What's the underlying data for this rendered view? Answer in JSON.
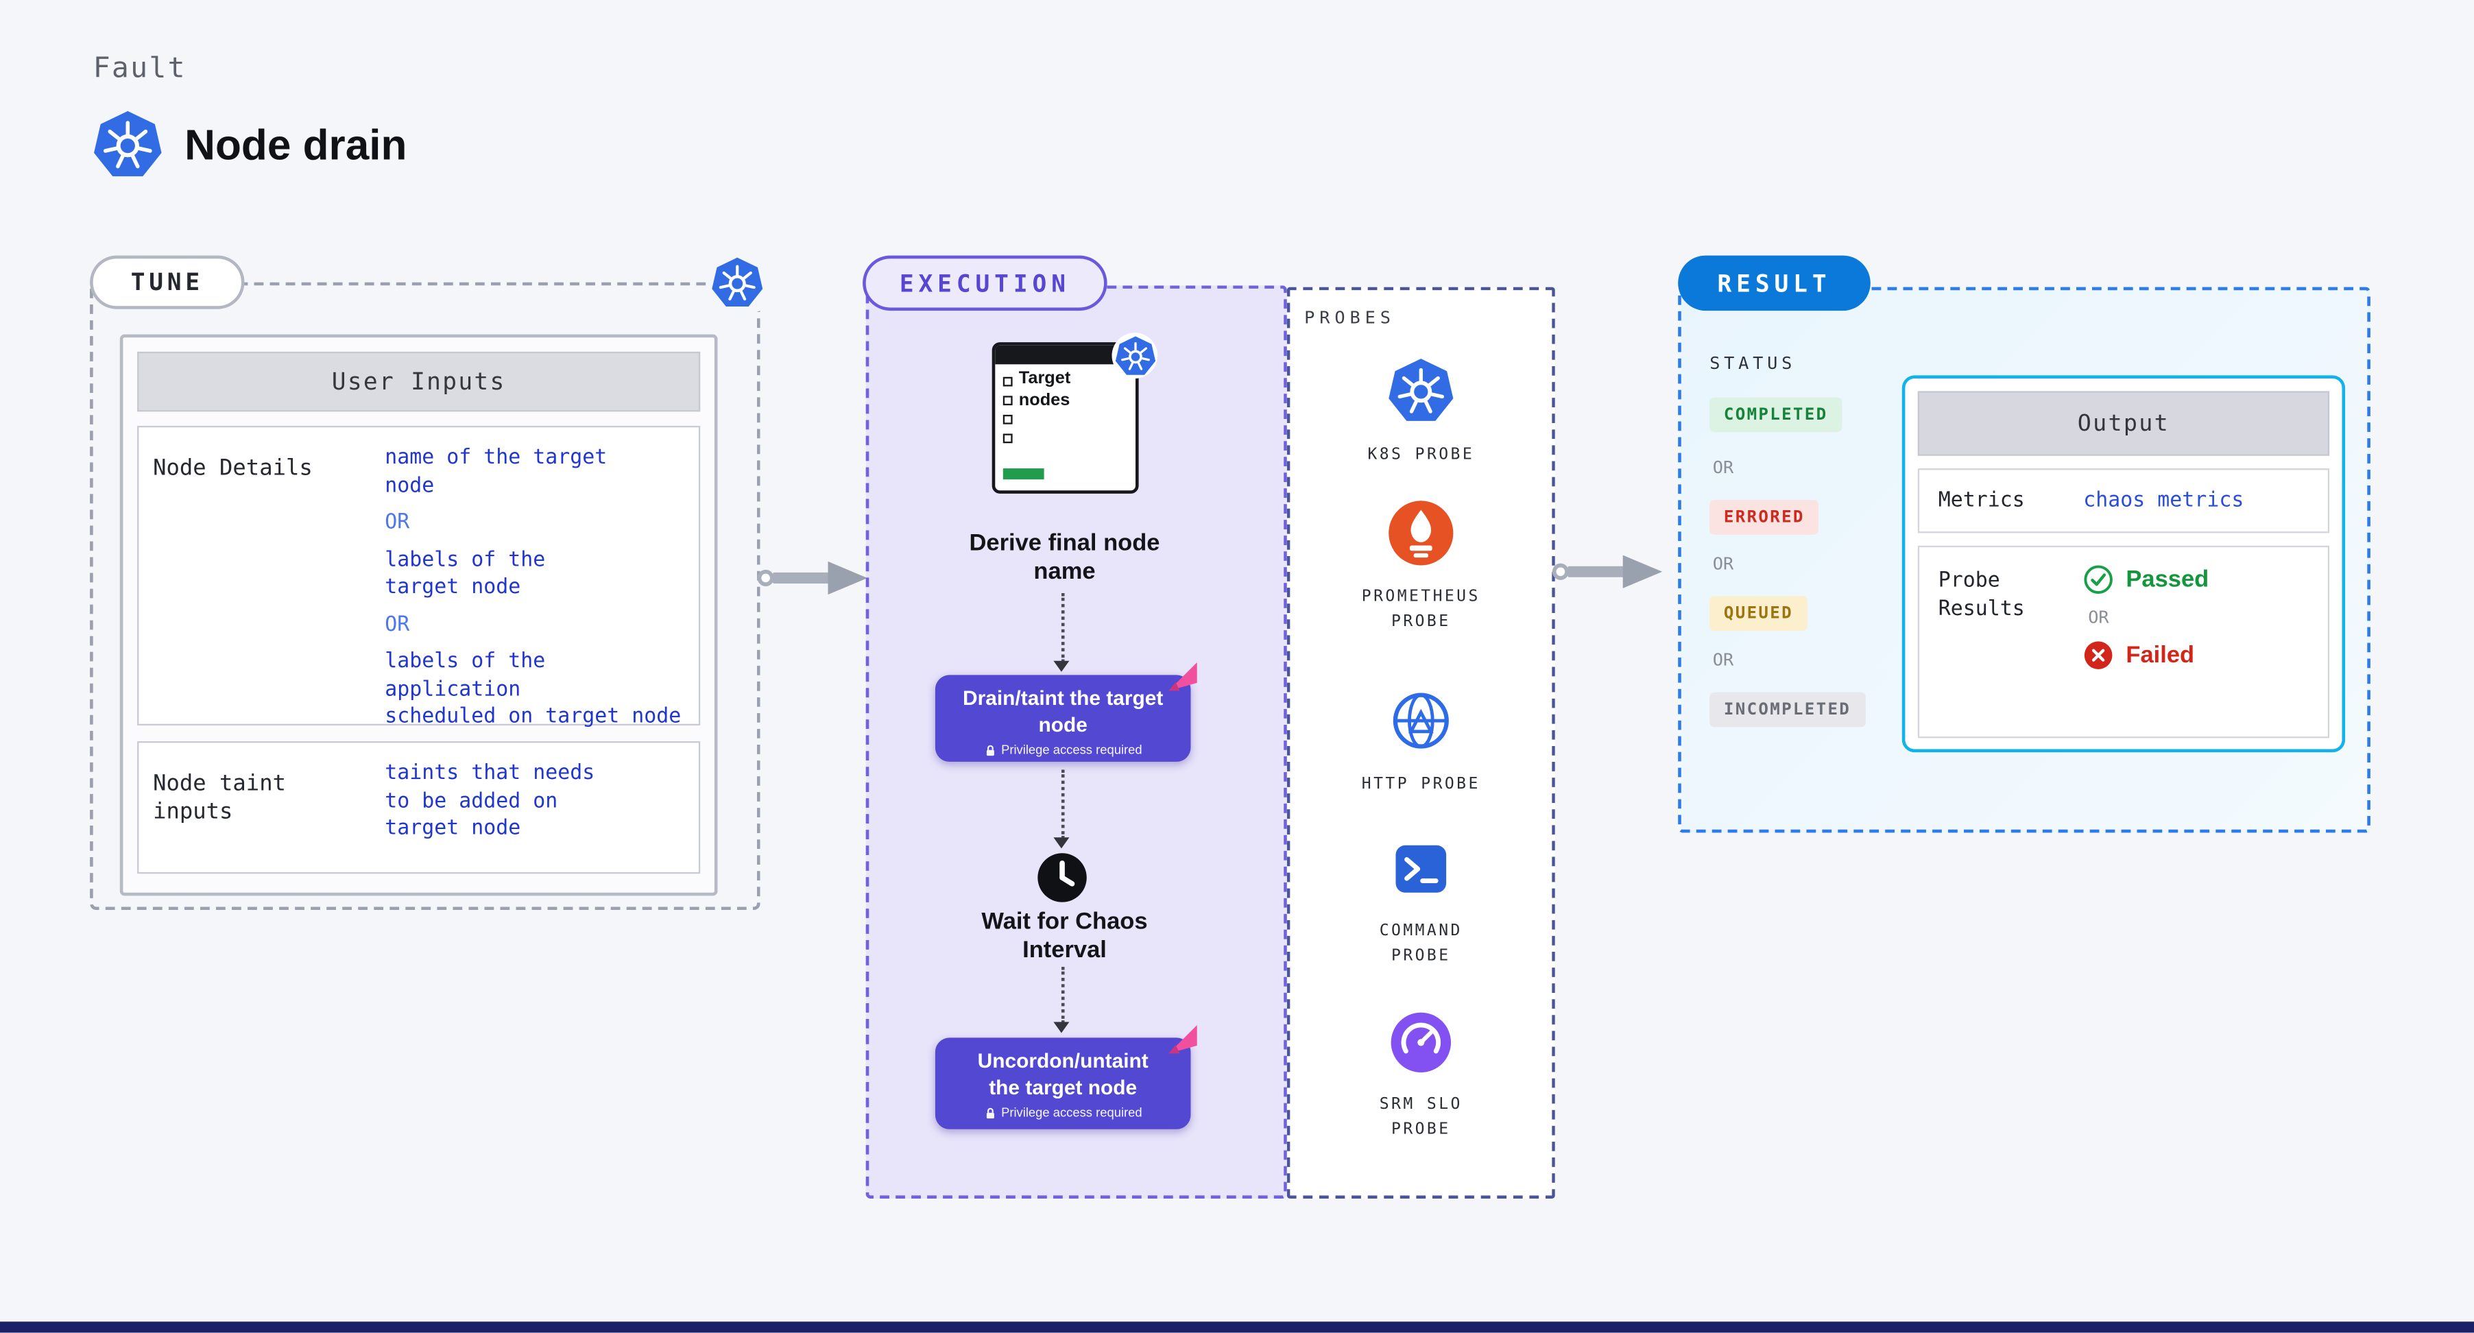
{
  "colors": {
    "k8s_blue": "#326ce5",
    "purple_accent": "#5646d2",
    "execution_bg": "#e8e4fa",
    "result_blue": "#0a79da",
    "output_border_cyan": "#12b2eb",
    "value_blue": "#2136cf",
    "or_blue": "#4d77ea",
    "success_green": "#15953c",
    "error_red": "#d3261b",
    "queued_amber": "#9c7410",
    "prometheus_orange": "#e75225",
    "flag_pink": "#f1509e",
    "arrow_gray": "#a9aebb"
  },
  "header": {
    "eyebrow": "Fault",
    "title": "Node drain",
    "logo_icon": "kubernetes-icon"
  },
  "tune": {
    "pill": "TUNE",
    "corner_icon": "kubernetes-icon",
    "or": "OR",
    "user_inputs": {
      "title": "User Inputs",
      "row1": {
        "label": "Node Details",
        "value1": "name of the target\nnode",
        "value2": "labels of the\ntarget node",
        "value3": "labels of the application\nscheduled on target node"
      },
      "row2": {
        "label": "Node taint\ninputs",
        "value": "taints that needs\nto be added on\ntarget node"
      }
    }
  },
  "execution": {
    "pill": "EXECUTION",
    "target_window": {
      "title": "Target\nnodes",
      "icon": "target-nodes-checklist-icon",
      "badge_icon": "kubernetes-icon"
    },
    "step_derive": "Derive final node\nname",
    "drain_button": {
      "label": "Drain/taint the target\nnode",
      "sublabel": "Privilege access required",
      "icon": "lock-icon",
      "flag_icon": "pink-flag-icon"
    },
    "wait_step": {
      "label": "Wait for Chaos\nInterval",
      "icon": "clock-icon"
    },
    "uncordon_button": {
      "label": "Uncordon/untaint\nthe target node",
      "sublabel": "Privilege access required",
      "icon": "lock-icon",
      "flag_icon": "pink-flag-icon"
    }
  },
  "probes": {
    "title": "PROBES",
    "items": [
      {
        "label": "K8S PROBE",
        "icon": "kubernetes-icon"
      },
      {
        "label": "PROMETHEUS\nPROBE",
        "icon": "prometheus-icon"
      },
      {
        "label": "HTTP PROBE",
        "icon": "globe-icon"
      },
      {
        "label": "COMMAND\nPROBE",
        "icon": "terminal-icon"
      },
      {
        "label": "SRM SLO\nPROBE",
        "icon": "slo-gauge-icon"
      }
    ]
  },
  "result": {
    "pill": "RESULT",
    "or": "OR",
    "status": {
      "title": "STATUS",
      "badges": [
        "COMPLETED",
        "ERRORED",
        "QUEUED",
        "INCOMPLETED"
      ]
    },
    "output": {
      "title": "Output",
      "metrics_label": "Metrics",
      "metrics_value": "chaos metrics",
      "probe_results_label": "Probe\nResults",
      "passed": "Passed",
      "failed": "Failed",
      "passed_icon": "check-circle-icon",
      "failed_icon": "x-circle-icon"
    }
  }
}
